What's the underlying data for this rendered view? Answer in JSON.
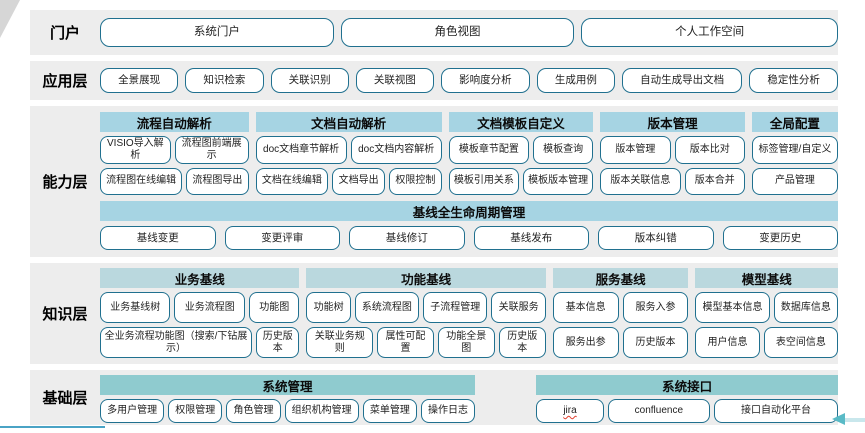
{
  "colors": {
    "layer_band_bg": "#ededed",
    "button_border": "#20708f",
    "capability_header": "#a6d4e3",
    "knowledge_header": "#bad8de",
    "foundation_header": "#8fcbcf",
    "misspell_underline": "#e03e2d",
    "arrow_teal": "#59bac6",
    "arrow_tail": "#c9e7ec",
    "bottom_line": "#4aa3c5",
    "corner_gray": "#d6d6d6"
  },
  "layers": [
    {
      "id": "portal",
      "label": "门户",
      "buttons": [
        "系统门户",
        "角色视图",
        "个人工作空间"
      ]
    },
    {
      "id": "application",
      "label": "应用层",
      "buttons": [
        "全景展现",
        "知识检索",
        "关联识别",
        "关联视图",
        "影响度分析",
        "生成用例",
        "自动生成导出文档",
        "稳定性分析"
      ]
    },
    {
      "id": "capability",
      "label": "能力层",
      "groups": [
        {
          "title": "流程自动解析",
          "rows": [
            [
              "VISIO导入解析",
              "流程图前端展示"
            ],
            [
              "流程图在线编辑",
              "流程图导出"
            ]
          ]
        },
        {
          "title": "文档自动解析",
          "rows": [
            [
              "doc文档章节解析",
              "doc文档内容解析"
            ],
            [
              "文档在线编辑",
              "文档导出",
              "权限控制"
            ]
          ]
        },
        {
          "title": "文档模板自定义",
          "rows": [
            [
              "模板章节配置",
              "模板查询"
            ],
            [
              "模板引用关系",
              "模板版本管理"
            ]
          ]
        },
        {
          "title": "版本管理",
          "rows": [
            [
              "版本管理",
              "版本比对"
            ],
            [
              "版本关联信息",
              "版本合并"
            ]
          ]
        },
        {
          "title": "全局配置",
          "rows": [
            [
              "标签管理/自定义"
            ],
            [
              "产品管理"
            ]
          ]
        }
      ],
      "baseline": {
        "title": "基线全生命周期管理",
        "buttons": [
          "基线变更",
          "变更评审",
          "基线修订",
          "基线发布",
          "版本纠错",
          "变更历史"
        ]
      }
    },
    {
      "id": "knowledge",
      "label": "知识层",
      "groups": [
        {
          "title": "业务基线",
          "rows": [
            [
              "业务基线树",
              "业务流程图",
              "功能图"
            ],
            [
              "全业务流程功能图（搜索/下钻展示）",
              "历史版本"
            ]
          ]
        },
        {
          "title": "功能基线",
          "rows": [
            [
              "功能树",
              "系统流程图",
              "子流程管理",
              "关联服务"
            ],
            [
              "关联业务规则",
              "属性可配置",
              "功能全景图",
              "历史版本"
            ]
          ]
        },
        {
          "title": "服务基线",
          "rows": [
            [
              "基本信息",
              "服务入参"
            ],
            [
              "服务出参",
              "历史版本"
            ]
          ]
        },
        {
          "title": "模型基线",
          "rows": [
            [
              "模型基本信息",
              "数据库信息"
            ],
            [
              "用户信息",
              "表空间信息"
            ]
          ]
        }
      ]
    },
    {
      "id": "foundation",
      "label": "基础层",
      "groups": [
        {
          "title": "系统管理",
          "rows": [
            [
              "多用户管理",
              "权限管理",
              "角色管理",
              "组织机构管理",
              "菜单管理",
              "操作日志"
            ]
          ]
        },
        {
          "title": "系统接口",
          "rows": [
            [
              {
                "label": "jira",
                "misspelled": true
              },
              "confluence",
              "接口自动化平台"
            ]
          ]
        }
      ]
    }
  ]
}
